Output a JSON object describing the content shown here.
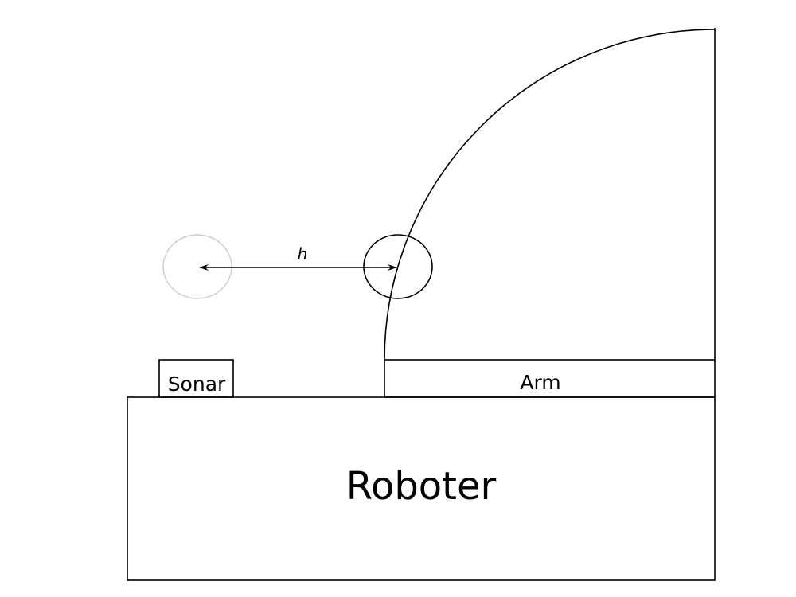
{
  "labels": {
    "robot": "Roboter",
    "sonar": "Sonar",
    "arm": "Arm",
    "distance": "h"
  },
  "colors": {
    "stroke": "#000000",
    "ghost_circle": "#cccccc",
    "background": "#ffffff"
  }
}
